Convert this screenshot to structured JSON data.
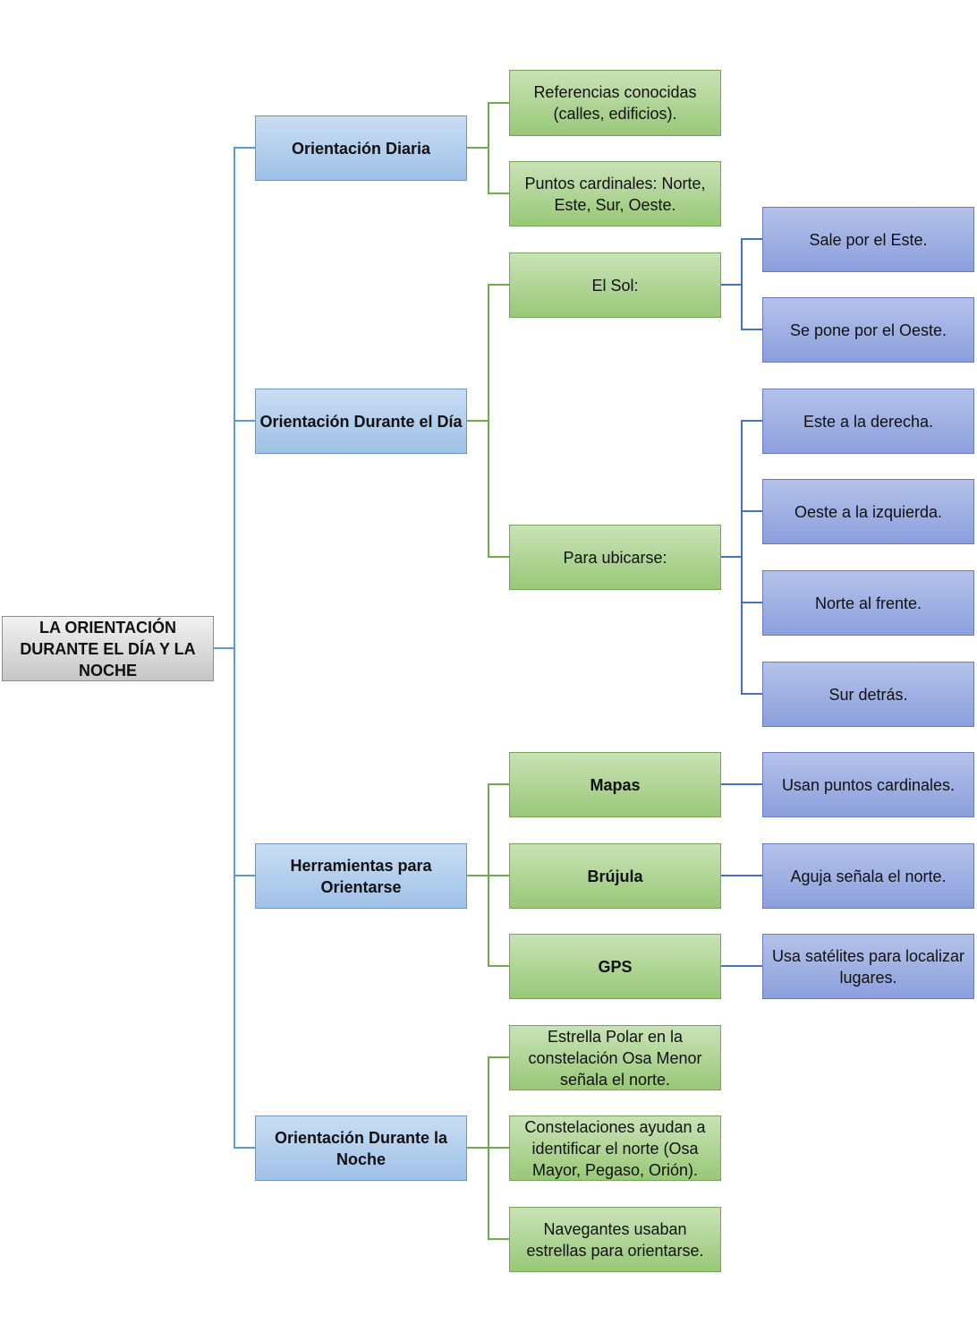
{
  "root": {
    "label": "LA ORIENTACIÓN DURANTE EL DÍA Y LA NOCHE"
  },
  "colors": {
    "root_line": "#5b9bd5",
    "green_line": "#70ad47",
    "blue_line": "#4472c4"
  },
  "branches": [
    {
      "label": "Orientación Diaria",
      "children": [
        {
          "label": "Referencias conocidas (calles, edificios).",
          "bold": false,
          "children": []
        },
        {
          "label": "Puntos cardinales: Norte, Este, Sur, Oeste.",
          "bold": false,
          "children": []
        }
      ]
    },
    {
      "label": "Orientación Durante el Día",
      "children": [
        {
          "label": "El Sol:",
          "bold": false,
          "children": [
            "Sale por el Este.",
            "Se pone por el Oeste."
          ]
        },
        {
          "label": "Para ubicarse:",
          "bold": false,
          "children": [
            "Este a la derecha.",
            "Oeste a la izquierda.",
            "Norte al frente.",
            "Sur detrás."
          ]
        }
      ]
    },
    {
      "label": "Herramientas para Orientarse",
      "children": [
        {
          "label": "Mapas",
          "bold": true,
          "children": [
            "Usan puntos cardinales."
          ]
        },
        {
          "label": "Brújula",
          "bold": true,
          "children": [
            "Aguja señala el norte."
          ]
        },
        {
          "label": "GPS",
          "bold": true,
          "children": [
            "Usa satélites para localizar lugares."
          ]
        }
      ]
    },
    {
      "label": "Orientación Durante la Noche",
      "children": [
        {
          "label": "Estrella Polar en la constelación Osa Menor señala el norte.",
          "bold": false,
          "children": []
        },
        {
          "label": "Constelaciones ayudan a identificar el norte (Osa Mayor, Pegaso, Orión).",
          "bold": false,
          "children": []
        },
        {
          "label": "Navegantes usaban estrellas para orientarse.",
          "bold": false,
          "children": []
        }
      ]
    }
  ]
}
